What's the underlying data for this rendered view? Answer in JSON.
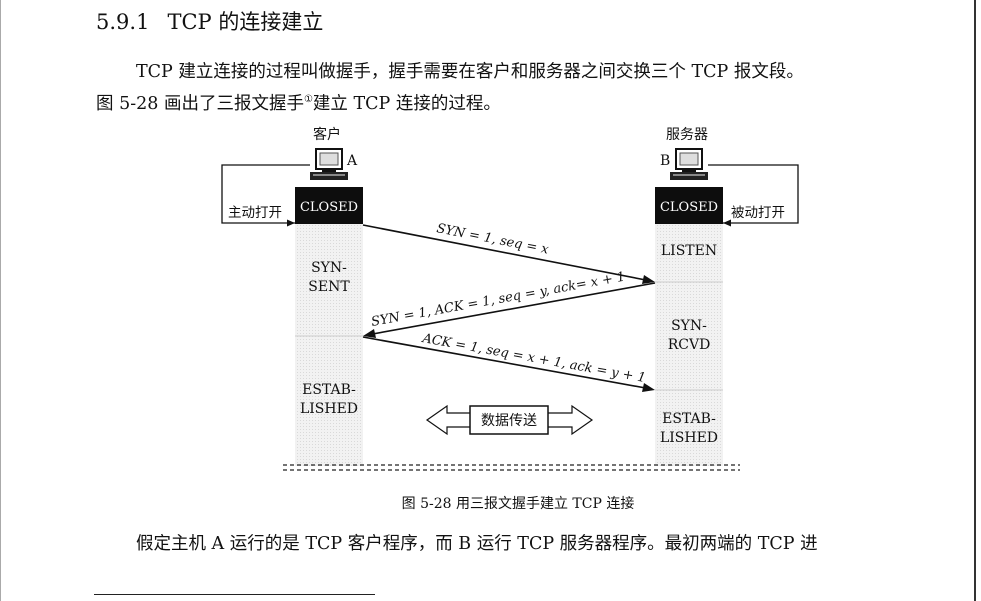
{
  "section": {
    "number": "5.9.1",
    "title": "TCP 的连接建立"
  },
  "paragraph1": "TCP 建立连接的过程叫做握手，握手需要在客户和服务器之间交换三个 TCP 报文段。",
  "paragraph2": {
    "before": "图 5-28 画出了三报文握手",
    "footnote_mark": "①",
    "after": "建立 TCP 连接的过程。"
  },
  "figure": {
    "client_label": "客户",
    "server_label": "服务器",
    "host_a": "A",
    "host_b": "B",
    "active_open": "主动打开",
    "passive_open": "被动打开",
    "client_closed": "CLOSED",
    "server_closed": "CLOSED",
    "client_states": [
      "SYN-",
      "SENT",
      "ESTAB-",
      "LISHED"
    ],
    "server_states": [
      "LISTEN",
      "SYN-",
      "RCVD",
      "ESTAB-",
      "LISHED"
    ],
    "messages": [
      "SYN = 1, seq = x",
      "SYN = 1, ACK = 1, seq = y, ack= x + 1",
      "ACK = 1, seq = x + 1, ack = y + 1"
    ],
    "data_transfer": "数据传送",
    "caption": "图 5-28   用三报文握手建立 TCP 连接"
  },
  "paragraph3": "假定主机 A 运行的是 TCP 客户程序，而 B 运行 TCP 服务器程序。最初两端的 TCP 进"
}
